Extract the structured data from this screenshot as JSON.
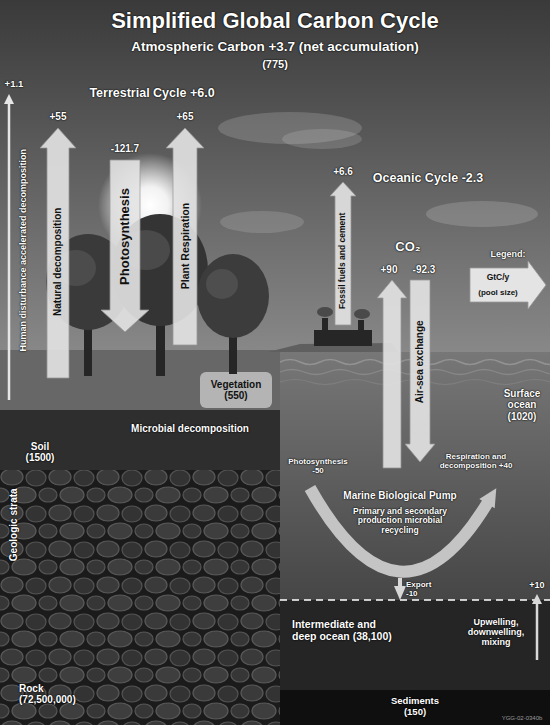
{
  "diagram": {
    "title": "Simplified Global Carbon Cycle",
    "nodes": [
      {
        "text": [
          "Surface ocean (1020)"
        ]
      },
      {
        "text": [
          "Marine Biological Pump",
          "Primary and secondary production microbial recycling"
        ],
        "in": 0
      },
      {
        "text": [
          "Soil (1500)"
        ]
      },
      {
        "text": [
          "Rock (72,500,000)"
        ]
      },
      {
        "text": [
          "Intermediate and deep ocean (38,100)"
        ]
      },
      {
        "text": [
          "Sediments (150)"
        ]
      }
    ],
    "edges": [
      {
        "from": 1,
        "to": 4,
        "arrow": "to",
        "label": "Export -10"
      }
    ],
    "labels": [
      "Atmospheric Carbon +3.7 (net accumulation)",
      "(775)",
      "Terrestrial Cycle +6.0",
      "+1.1",
      "Human disturbance accelerated decomposition",
      "+55",
      "Natural decomposition",
      "-121.7",
      "Photosynthesis",
      "+65",
      "Plant Respiration",
      "+6.6",
      "Fossil fuels and cement",
      "Oceanic Cycle -2.3",
      "Legend:",
      "CO₂",
      "+90",
      "-92.3",
      "Air-sea exchange",
      "Vegetation (550)",
      "Microbial decomposition",
      "Geologic strata",
      "Photosynthesis -50",
      "Respiration and decomposition +40",
      "+10",
      "Upwelling, downwelling, mixing",
      "YGG-02-0340b"
    ],
    "legend": [
      {
        "text": "GtC/y"
      },
      {
        "text": "(pool size)"
      }
    ]
  }
}
